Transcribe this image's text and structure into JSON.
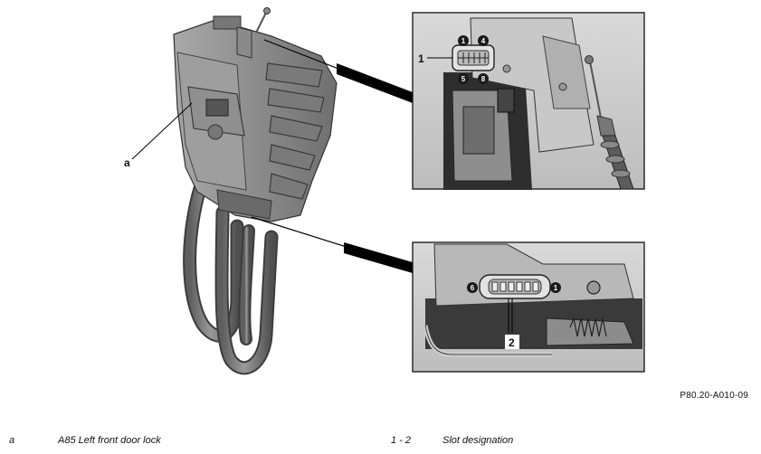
{
  "callouts": {
    "a": "a",
    "c1": "1",
    "c2": "2"
  },
  "pin_numbers": {
    "top": {
      "p1": "1",
      "p4": "4",
      "p5": "5",
      "p8": "8"
    },
    "bottom": {
      "p6": "6",
      "p1": "1"
    }
  },
  "reference_code": "P80.20-A010-09",
  "legend": [
    {
      "key": "a",
      "text": "A85 Left front door lock"
    },
    {
      "key": "1 - 2",
      "text": "Slot designation"
    }
  ]
}
